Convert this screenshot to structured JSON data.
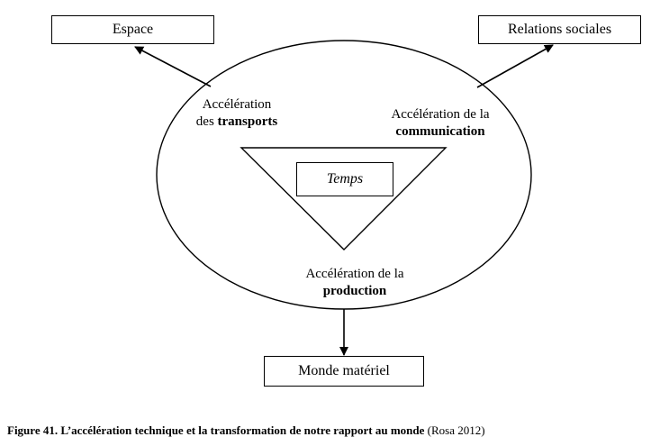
{
  "boxes": {
    "space": "Espace",
    "social": "Relations sociales",
    "time": "Temps",
    "material": "Monde matériel"
  },
  "labels": {
    "transports": {
      "line1": "Accélération",
      "line2_prefix": "des ",
      "line2_bold": "transports"
    },
    "communication": {
      "line1": "Accélération de la",
      "line2_bold": "communication"
    },
    "production": {
      "line1": "Accélération de la",
      "line2_bold": "production"
    }
  },
  "caption": {
    "bold": "Figure 41. L’accélération technique et la transformation de notre rapport au monde",
    "normal": " (Rosa 2012)"
  }
}
